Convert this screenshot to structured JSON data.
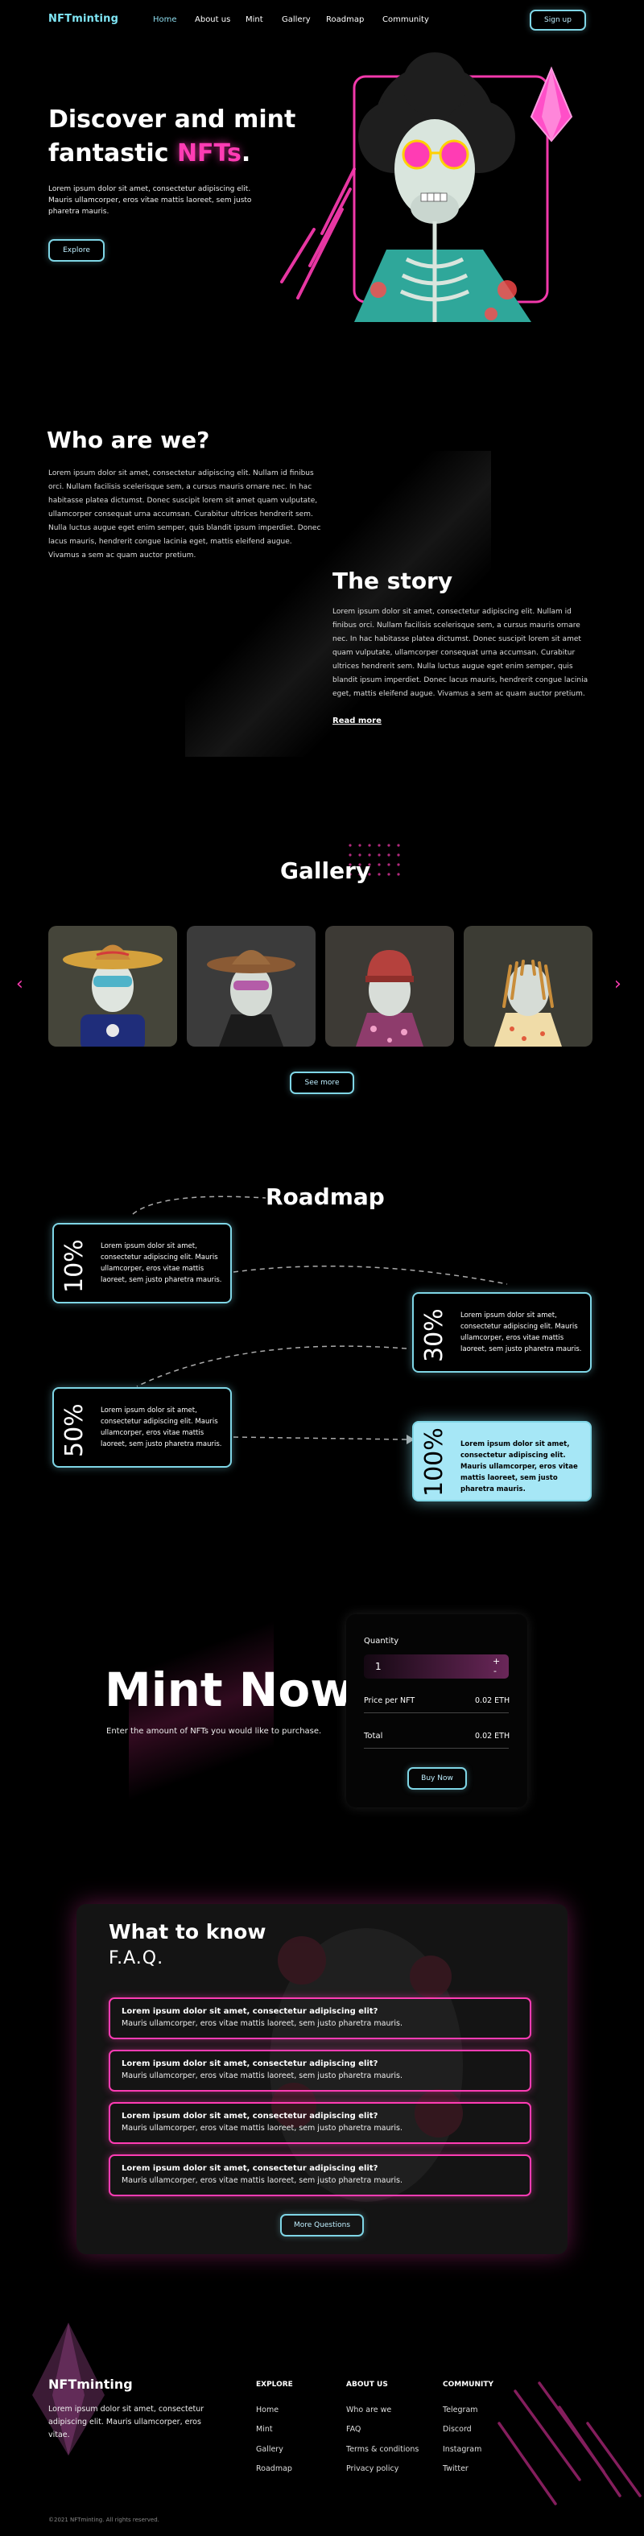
{
  "nav": {
    "logo": "NFTminting",
    "links": [
      "Home",
      "About us",
      "Mint",
      "Gallery",
      "Roadmap",
      "Community"
    ],
    "signup": "Sign up"
  },
  "hero": {
    "title_line1": "Discover and mint",
    "title_line2_prefix": "fantastic ",
    "title_highlight": "NFTs",
    "title_suffix": ".",
    "description": "Lorem ipsum dolor sit amet, consectetur adipiscing elit. Mauris ullamcorper, eros vitae mattis laoreet, sem justo pharetra mauris.",
    "explore": "Explore"
  },
  "about": {
    "title": "Who are we?",
    "text": "Lorem ipsum dolor sit amet, consectetur adipiscing elit. Nullam id finibus orci. Nullam facilisis scelerisque sem, a cursus mauris ornare nec. In hac habitasse platea dictumst. Donec suscipit lorem sit amet quam vulputate, ullamcorper consequat urna accumsan. Curabitur ultrices hendrerit sem. Nulla luctus augue eget enim semper, quis blandit ipsum imperdiet. Donec lacus mauris, hendrerit congue lacinia eget, mattis eleifend augue. Vivamus a sem ac quam auctor pretium."
  },
  "story": {
    "title": "The story",
    "text": "Lorem ipsum dolor sit amet, consectetur adipiscing elit. Nullam id finibus orci. Nullam facilisis scelerisque sem, a cursus mauris ornare nec. In hac habitasse platea dictumst. Donec suscipit lorem sit amet quam vulputate, ullamcorper consequat urna accumsan. Curabitur ultrices hendrerit sem. Nulla luctus augue eget enim semper, quis blandit ipsum imperdiet. Donec lacus mauris, hendrerit congue lacinia eget, mattis eleifend augue. Vivamus a sem ac quam auctor pretium.",
    "link": "Read more"
  },
  "gallery": {
    "title": "Gallery",
    "see_more": "See more",
    "prev_arrow": "‹",
    "next_arrow": "›"
  },
  "roadmap": {
    "title": "Roadmap",
    "items": [
      {
        "pct": "10%",
        "text": "Lorem ipsum dolor sit amet, consectetur adipiscing elit. Mauris ullamcorper, eros vitae mattis laoreet, sem justo pharetra mauris."
      },
      {
        "pct": "30%",
        "text": "Lorem ipsum dolor sit amet, consectetur adipiscing elit. Mauris ullamcorper, eros vitae mattis laoreet, sem justo pharetra mauris."
      },
      {
        "pct": "50%",
        "text": "Lorem ipsum dolor sit amet, consectetur adipiscing elit. Mauris ullamcorper, eros vitae mattis laoreet, sem justo pharetra mauris."
      },
      {
        "pct": "100%",
        "text": "Lorem ipsum dolor sit amet, consectetur adipiscing elit. Mauris ullamcorper, eros vitae mattis laoreet, sem justo pharetra mauris."
      }
    ]
  },
  "mint": {
    "title": "Mint Now",
    "subtitle": "Enter the amount of NFTs you would like to purchase.",
    "quantity_label": "Quantity",
    "quantity_value": "1",
    "plus": "+",
    "minus": "-",
    "price_label": "Price per NFT",
    "price_value": "0.02 ETH",
    "total_label": "Total",
    "total_value": "0.02 ETH",
    "buy": "Buy Now"
  },
  "faq": {
    "title": "What to know",
    "subtitle": "F.A.Q.",
    "items": [
      {
        "q": "Lorem ipsum dolor sit amet, consectetur adipiscing elit?",
        "a": "Mauris ullamcorper, eros vitae mattis laoreet, sem justo pharetra mauris."
      },
      {
        "q": "Lorem ipsum dolor sit amet, consectetur adipiscing elit?",
        "a": "Mauris ullamcorper, eros vitae mattis laoreet, sem justo pharetra mauris."
      },
      {
        "q": "Lorem ipsum dolor sit amet, consectetur adipiscing elit?",
        "a": "Mauris ullamcorper, eros vitae mattis laoreet, sem justo pharetra mauris."
      },
      {
        "q": "Lorem ipsum dolor sit amet, consectetur adipiscing elit?",
        "a": "Mauris ullamcorper, eros vitae mattis laoreet, sem justo pharetra mauris."
      }
    ],
    "more": "More Questions"
  },
  "footer": {
    "logo": "NFTminting",
    "description": "Lorem ipsum dolor sit amet, consectetur adipiscing elit. Mauris ullamcorper, eros vitae.",
    "explore_title": "EXPLORE",
    "explore": [
      "Home",
      "Mint",
      "Gallery",
      "Roadmap"
    ],
    "about_title": "ABOUT US",
    "about": [
      "Who are we",
      "FAQ",
      "Terms & conditions",
      "Privacy policy"
    ],
    "community_title": "COMMUNITY",
    "community": [
      "Telegram",
      "Discord",
      "Instagram",
      "Twitter"
    ],
    "copyright": "©2021 NFTminting. All rights reserved."
  },
  "colors": {
    "accent_cyan": "#7fd6e6",
    "accent_pink": "#ff3cb4",
    "background": "#000000"
  }
}
